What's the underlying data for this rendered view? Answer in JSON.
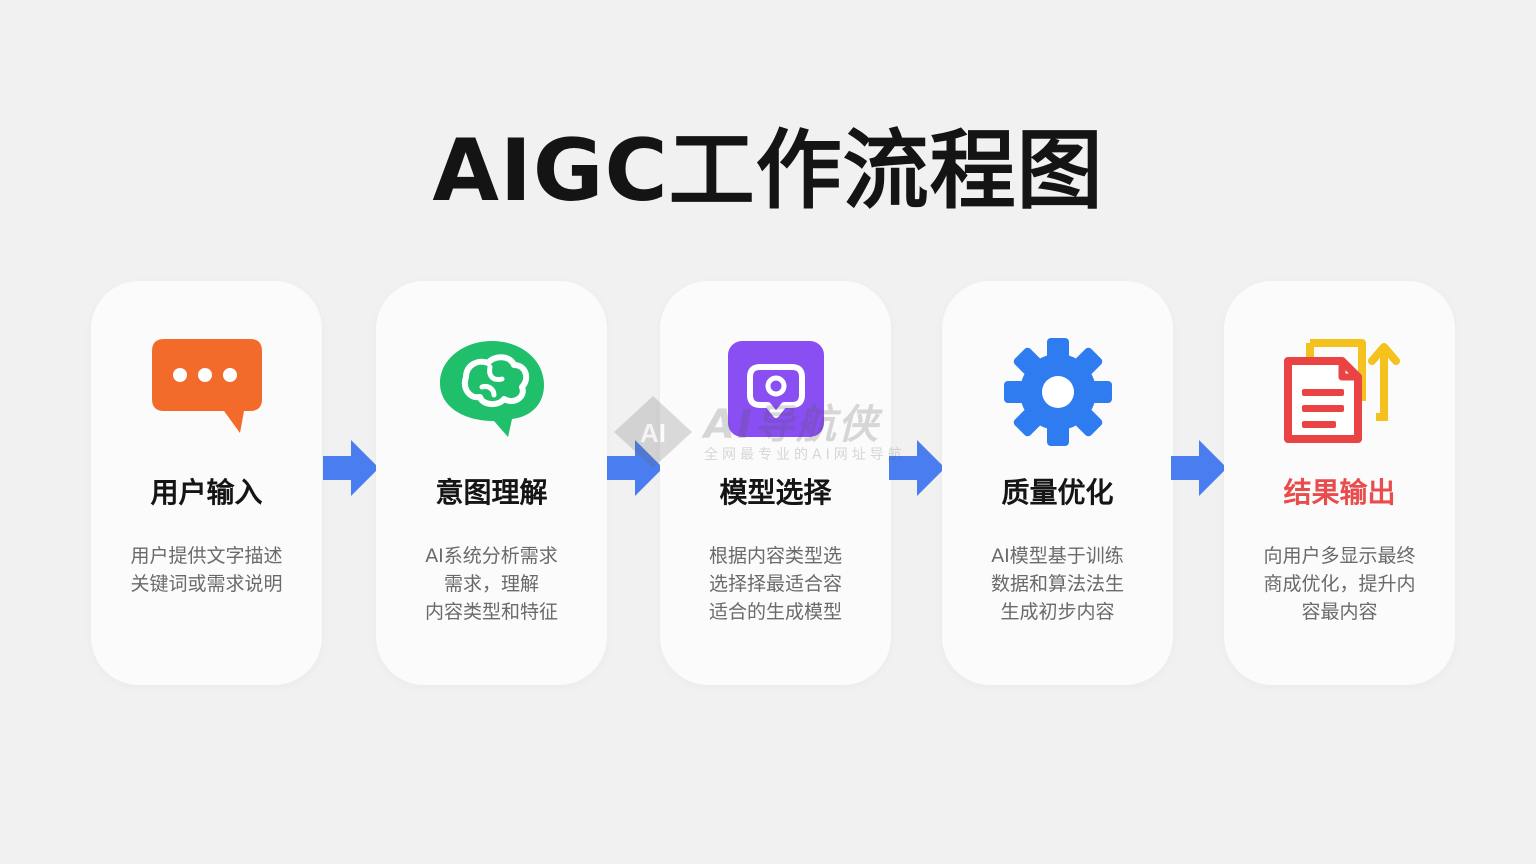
{
  "title": "AIGC工作流程图",
  "colors": {
    "background": "#f1f1f1",
    "card": "#fbfbfb",
    "arrow": "#4a7ef0",
    "highlight_title": "#e94c4c"
  },
  "steps": [
    {
      "title": "用户输入",
      "icon": "chat-bubble-icon",
      "icon_color": "#f26b2a",
      "desc": [
        "用户提供文字描述",
        "关键词或需求说明"
      ]
    },
    {
      "title": "意图理解",
      "icon": "brain-icon",
      "icon_color": "#1fbf6b",
      "desc": [
        "AI系统分析需求",
        "需求，理解",
        "内容类型和特征"
      ]
    },
    {
      "title": "模型选择",
      "icon": "model-chip-icon",
      "icon_color": "#8a4ff2",
      "desc": [
        "根据内容类型选",
        "选择择最适合容",
        "适合的生成模型"
      ]
    },
    {
      "title": "质量优化",
      "icon": "gear-icon",
      "icon_color": "#2f7cf0",
      "desc": [
        "AI模型基于训练",
        "数据和算法法生",
        "生成初步内容"
      ]
    },
    {
      "title": "结果输出",
      "icon": "document-export-icon",
      "icon_color": "#e94c4c",
      "desc": [
        "向用户多显示最终",
        "商成优化，提升内",
        "容最内容"
      ]
    }
  ],
  "watermark": {
    "name": "AI导航侠",
    "tagline": "全网最专业的AI网址导航"
  }
}
